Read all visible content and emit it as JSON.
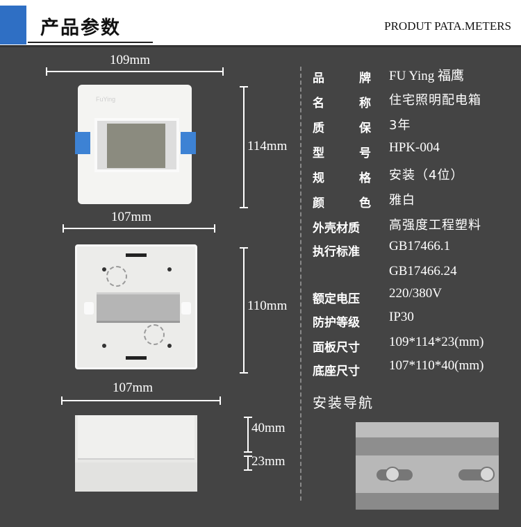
{
  "header": {
    "title_cn": "产品参数",
    "title_en": "PRODUT PATA.METERS"
  },
  "dimensions": {
    "panel_width": "109mm",
    "panel_height": "114mm",
    "base_width": "107mm",
    "base_height": "110mm",
    "side_width": "107mm",
    "side_depth_base": "40mm",
    "side_depth_panel": "23mm"
  },
  "panel_brand_text": "FuYing",
  "specs": [
    {
      "label": "品牌",
      "value": "FU  Ying  福鹰",
      "spread": true
    },
    {
      "label": "名称",
      "value": "住宅照明配电箱",
      "spread": true,
      "cn": true
    },
    {
      "label": "质保",
      "value": "3年",
      "spread": true,
      "cn": true
    },
    {
      "label": "型号",
      "value": "HPK-004",
      "spread": true
    },
    {
      "label": "规格",
      "value": "安装（4位）",
      "spread": true,
      "cn": true
    },
    {
      "label": "颜色",
      "value": "雅白",
      "spread": true,
      "cn": true
    },
    {
      "label": "外壳材质",
      "value": "高强度工程塑料",
      "cn": true
    },
    {
      "label": "执行标准",
      "value": "GB17466.1"
    },
    {
      "label": "",
      "value": "GB17466.24"
    },
    {
      "label": "额定电压",
      "value": "220/380V"
    },
    {
      "label": "防护等级",
      "value": "IP30"
    },
    {
      "label": "面板尺寸",
      "value": "109*114*23(mm)"
    },
    {
      "label": "底座尺寸",
      "value": "107*110*40(mm)"
    }
  ],
  "install_label": "安装导航",
  "colors": {
    "background": "#444444",
    "accent_blue": "#2f6fc4",
    "tab_blue": "#3d82d4"
  }
}
